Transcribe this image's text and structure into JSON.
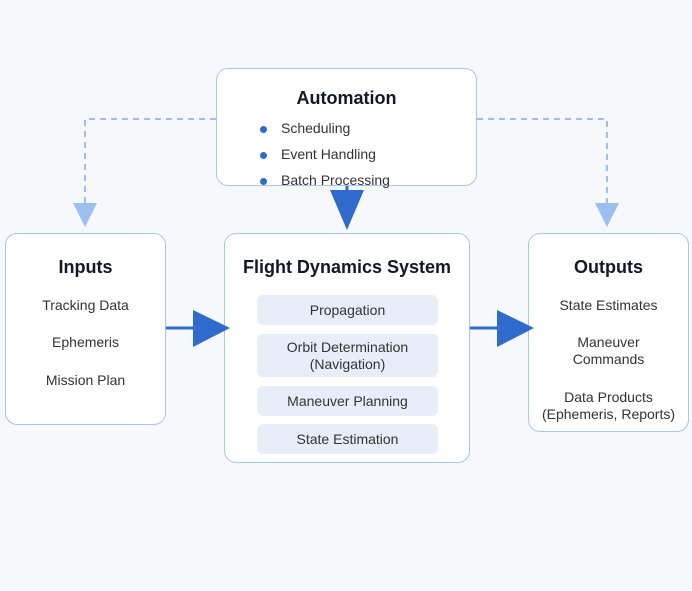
{
  "automation": {
    "title": "Automation",
    "items": [
      "Scheduling",
      "Event Handling",
      "Batch Processing"
    ]
  },
  "inputs": {
    "title": "Inputs",
    "items": [
      "Tracking Data",
      "Ephemeris",
      "Mission Plan"
    ]
  },
  "fds": {
    "title": "Flight Dynamics System",
    "modules": [
      "Propagation",
      "Orbit Determination\n(Navigation)",
      "Maneuver Planning",
      "State Estimation"
    ]
  },
  "outputs": {
    "title": "Outputs",
    "items": [
      "State Estimates",
      "Maneuver\nCommands",
      "Data Products\n(Ephemeris, Reports)"
    ]
  },
  "colors": {
    "background": "#f6f8fc",
    "box_border": "#a9c6ee",
    "arrow_solid": "#2f6bcc",
    "arrow_dashed": "#9dbff0",
    "module_fill": "#e7eefa"
  }
}
